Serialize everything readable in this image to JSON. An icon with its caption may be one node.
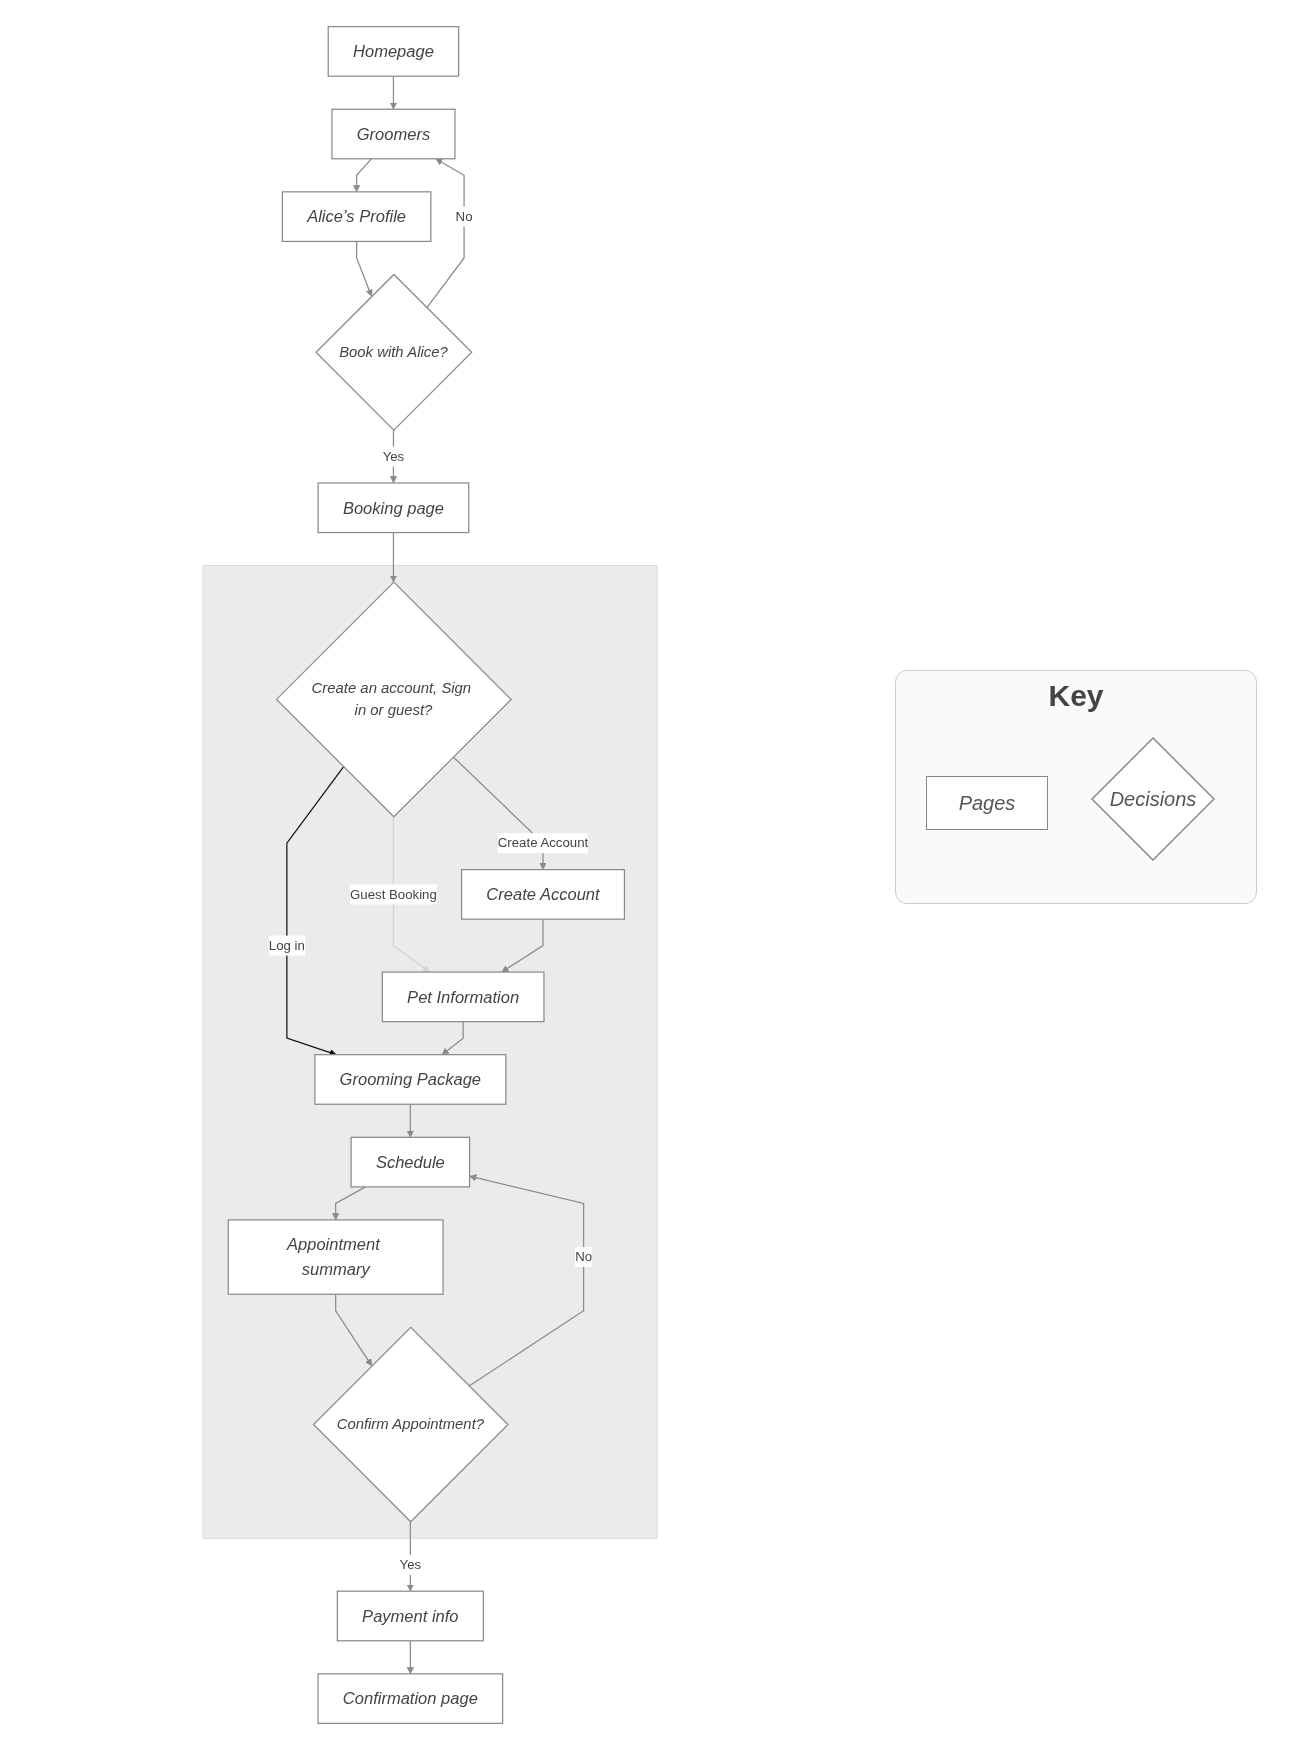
{
  "diagram": {
    "nodes": [
      {
        "text": [
          "Homepage"
        ]
      },
      {
        "text": [
          "Groomers"
        ]
      },
      {
        "text": [
          "Alice’s Profile"
        ]
      },
      {
        "text": [
          "Book with Alice?"
        ]
      },
      {
        "text": [
          "Booking page"
        ]
      },
      {
        "text": [],
        "shape": "box"
      },
      {
        "text": [
          "Create an account, Sign in or guest?"
        ],
        "in": 5
      },
      {
        "text": [
          "Create Account"
        ],
        "in": 5
      },
      {
        "text": [
          "Pet Information"
        ],
        "in": 5
      },
      {
        "text": [
          "Grooming Package"
        ],
        "in": 5
      },
      {
        "text": [
          "Schedule"
        ],
        "in": 5
      },
      {
        "text": [
          "Appointment summary"
        ],
        "in": 5
      },
      {
        "text": [
          "Confirm Appointment?"
        ],
        "in": 5
      },
      {
        "text": [
          "Payment info"
        ]
      },
      {
        "text": [
          "Confirmation page"
        ]
      }
    ],
    "edges": [
      {
        "from": 0,
        "to": 1,
        "arrow": "to"
      },
      {
        "from": 1,
        "to": 2,
        "arrow": "to"
      },
      {
        "from": 2,
        "to": 3,
        "arrow": "to"
      },
      {
        "from": 3,
        "to": 1,
        "arrow": "to",
        "label": "No"
      },
      {
        "from": 3,
        "to": 4,
        "arrow": "to",
        "label": "Yes"
      },
      {
        "from": 4,
        "to": 6,
        "arrow": "to"
      },
      {
        "from": 6,
        "to": 7,
        "arrow": "to",
        "label": "Create Account"
      },
      {
        "from": 6,
        "to": 8,
        "arrow": "to",
        "label": "Guest Booking",
        "color": "#d4d4d4"
      },
      {
        "from": 6,
        "to": 9,
        "arrow": "to",
        "label": "Log in",
        "color": "#111111"
      },
      {
        "from": 7,
        "to": 8,
        "arrow": "to"
      },
      {
        "from": 8,
        "to": 9,
        "arrow": "to"
      },
      {
        "from": 9,
        "to": 10,
        "arrow": "to"
      },
      {
        "from": 10,
        "to": 11,
        "arrow": "to"
      },
      {
        "from": 11,
        "to": 12,
        "arrow": "to"
      },
      {
        "from": 12,
        "to": 10,
        "arrow": "to",
        "label": "No"
      },
      {
        "from": 12,
        "to": 13,
        "arrow": "to",
        "label": "Yes"
      },
      {
        "from": 13,
        "to": 14,
        "arrow": "to"
      }
    ],
    "labels": [
      "Key"
    ],
    "legend": [
      {
        "text": "Pages"
      },
      {
        "text": "Decisions"
      }
    ]
  }
}
